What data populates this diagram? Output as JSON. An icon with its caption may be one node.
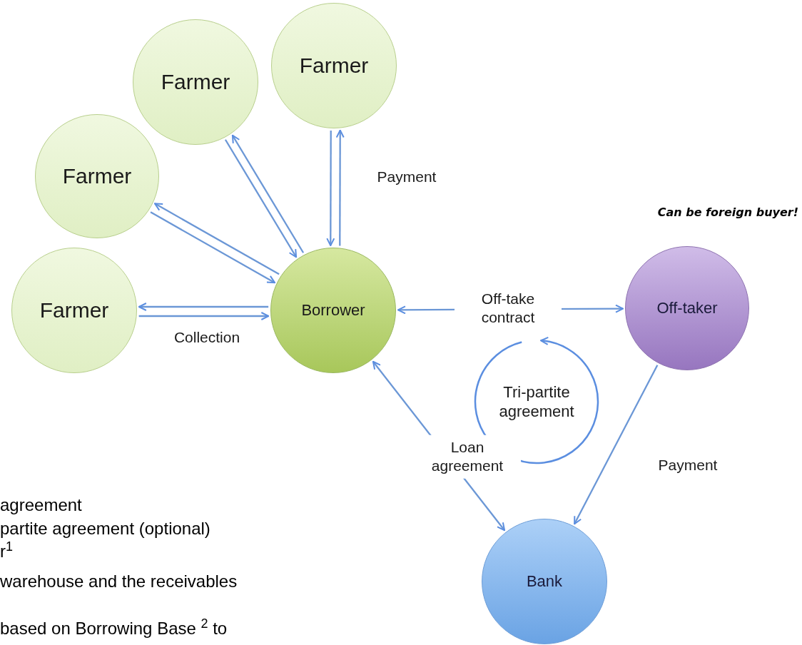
{
  "diagram": {
    "nodes": [
      {
        "text": [
          "Farmer"
        ]
      },
      {
        "text": [
          "Farmer"
        ]
      },
      {
        "text": [
          "Farmer"
        ]
      },
      {
        "text": [
          "Farmer"
        ]
      },
      {
        "text": [
          "Borrower"
        ]
      },
      {
        "text": [
          "Off-taker"
        ],
        "beside": [
          "Can be foreign buyer!"
        ]
      },
      {
        "text": [
          "Bank"
        ]
      },
      {
        "text": [
          "Tri-partite agreement"
        ]
      }
    ],
    "edges": [
      {
        "from": 0,
        "to": 4,
        "arrow": "to"
      },
      {
        "from": 4,
        "to": 0,
        "arrow": "to",
        "label": "Payment"
      },
      {
        "from": 1,
        "to": 4,
        "arrow": "to"
      },
      {
        "from": 4,
        "to": 1,
        "arrow": "to"
      },
      {
        "from": 2,
        "to": 4,
        "arrow": "to"
      },
      {
        "from": 4,
        "to": 2,
        "arrow": "to"
      },
      {
        "from": 4,
        "to": 3,
        "arrow": "to"
      },
      {
        "from": 3,
        "to": 4,
        "arrow": "to",
        "label": "Collection"
      },
      {
        "from": 4,
        "to": 5,
        "arrow": "both",
        "label": "Off-take contract"
      },
      {
        "from": 4,
        "to": 6,
        "arrow": "both",
        "label": "Loan agreement"
      },
      {
        "from": 5,
        "to": 6,
        "arrow": "to",
        "label": "Payment"
      }
    ],
    "labels": [
      "agreement",
      "partite agreement (optional)",
      "r$^{1}$",
      "warehouse and the receivables",
      "based on Borrowing Base $^{2}$ to"
    ]
  }
}
